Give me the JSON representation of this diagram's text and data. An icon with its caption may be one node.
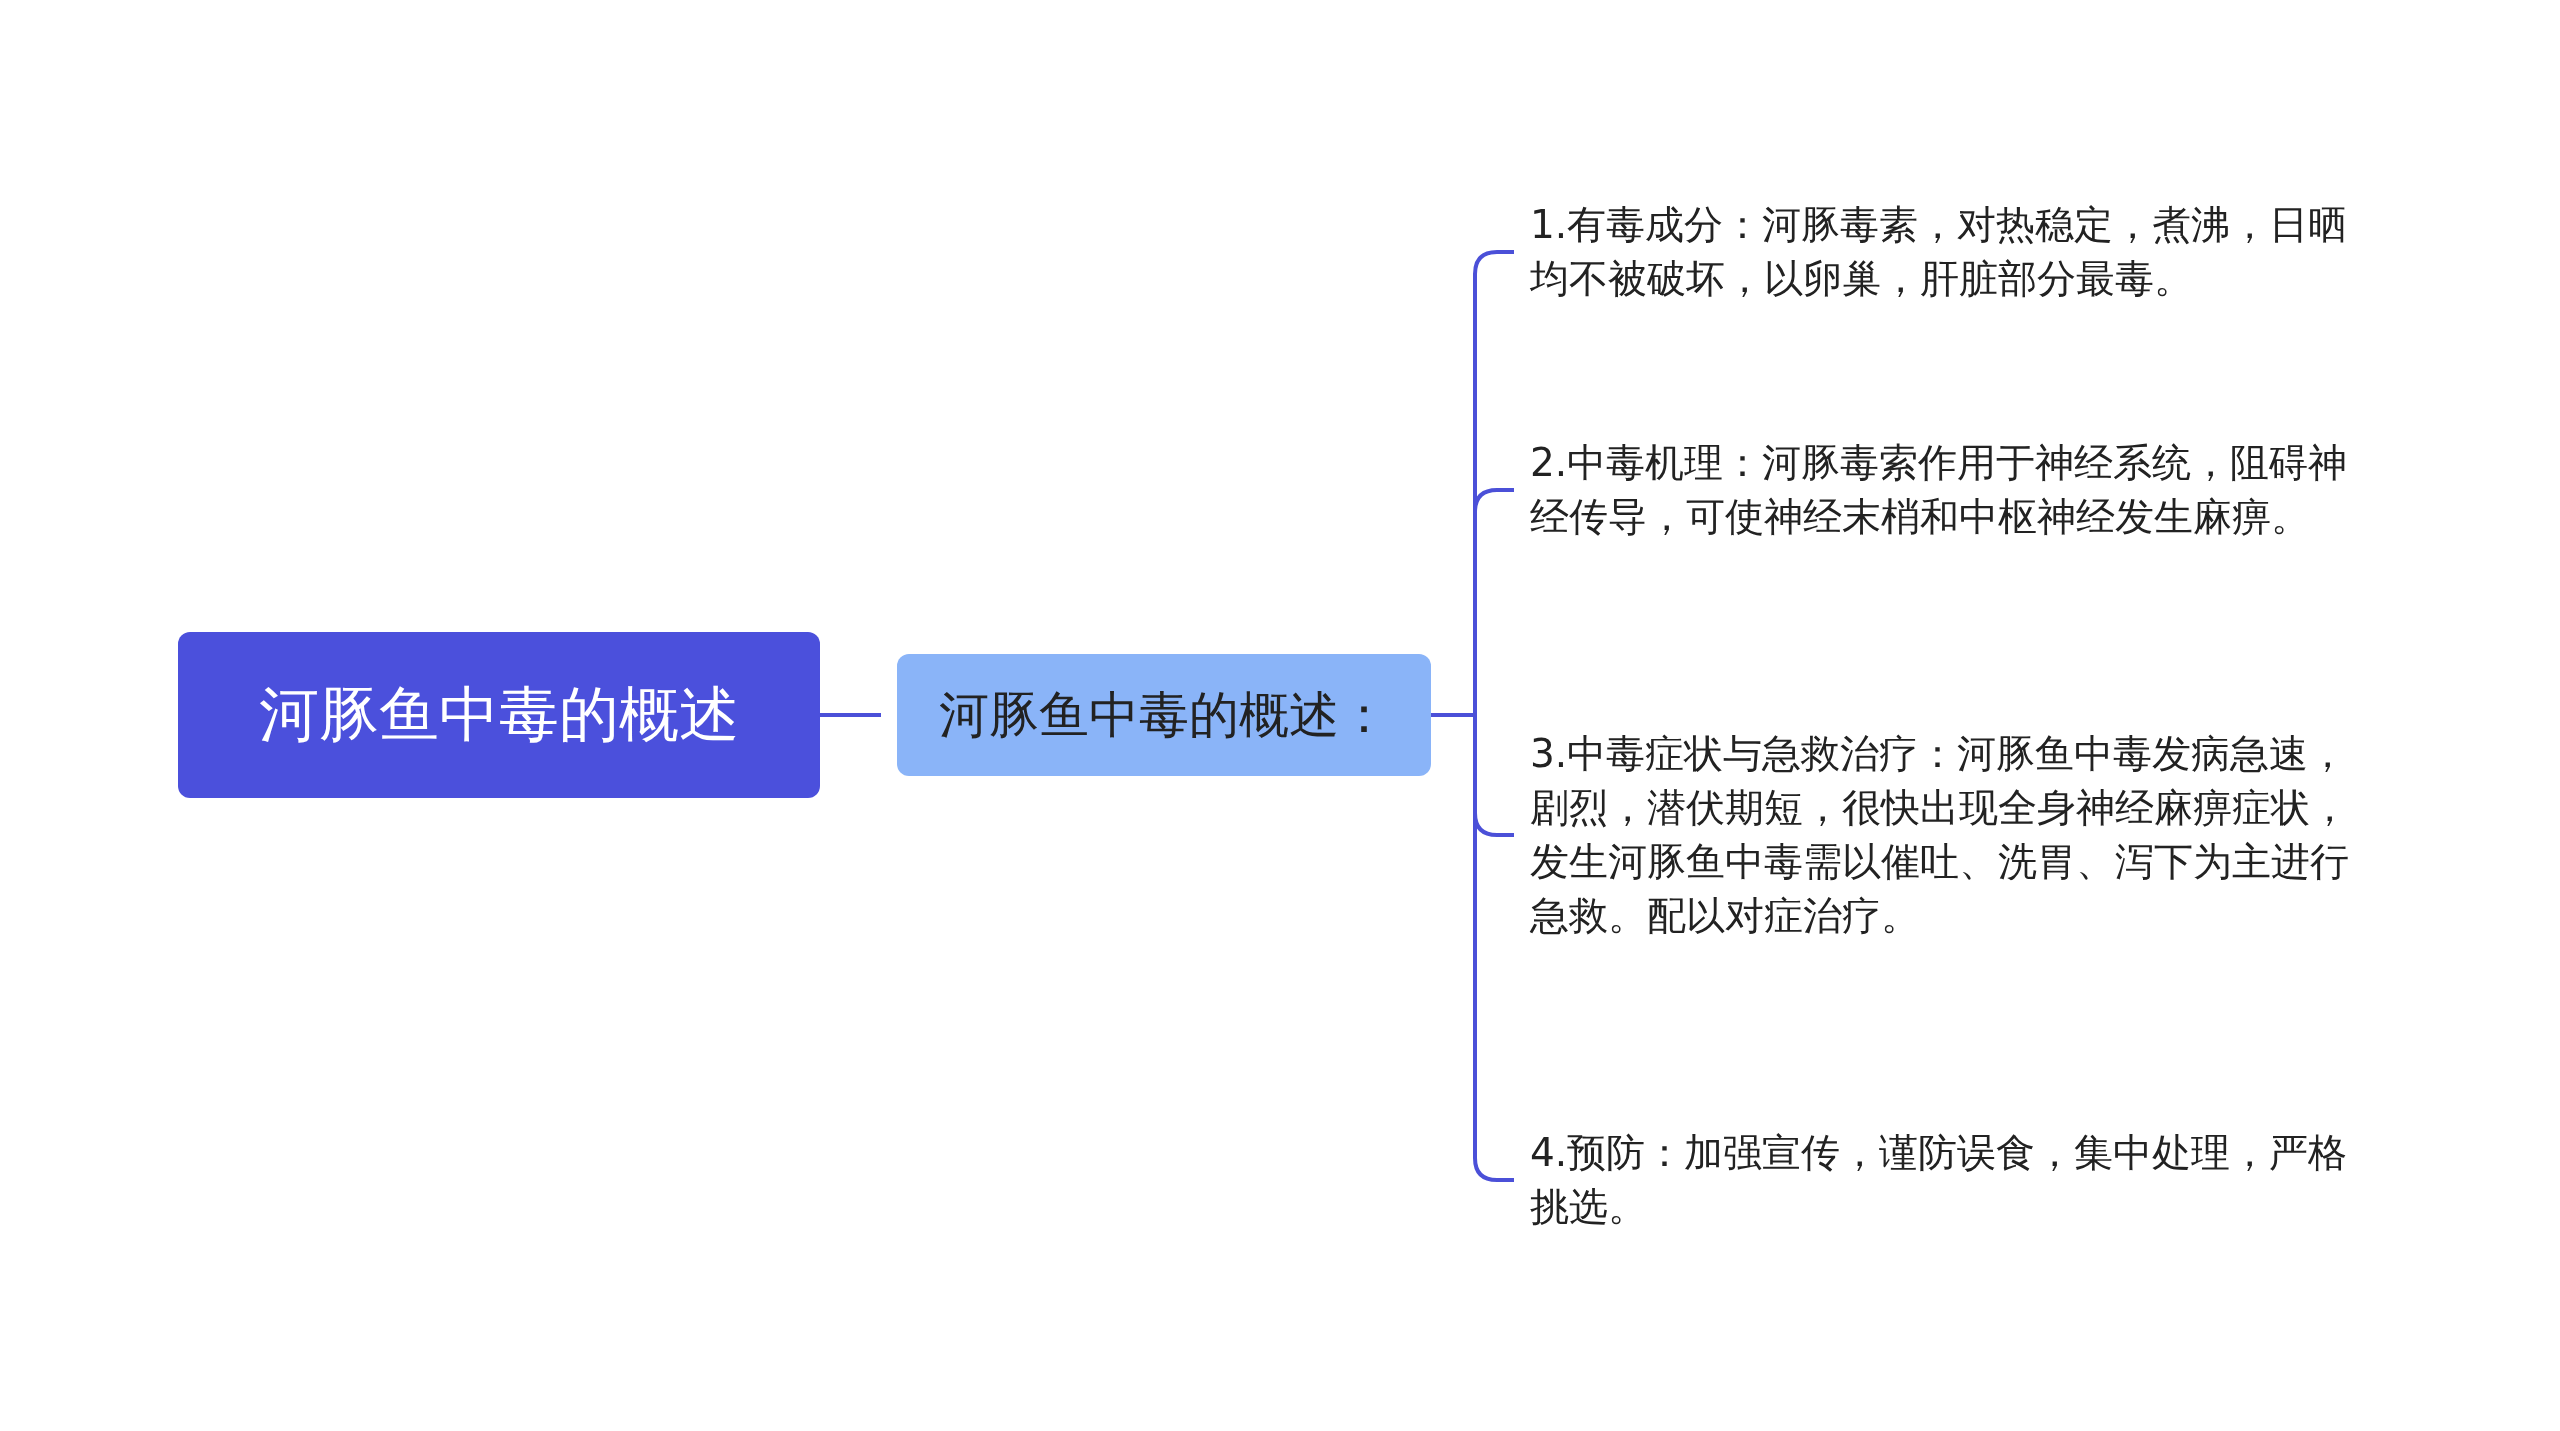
{
  "diagram": {
    "nodes": [
      {
        "text": [
          "河豚鱼中毒的概述"
        ]
      },
      {
        "text": [
          "河豚鱼中毒的概述："
        ]
      },
      {
        "text": [
          "1.有毒成分：河豚毒素，对热稳定，煮沸，日晒均不被破坏，以卵巢，肝脏部分最毒。"
        ]
      },
      {
        "text": [
          "2.中毒机理：河豚毒索作用于神经系统，阻碍神经传导，可使神经末梢和中枢神经发生麻痹。"
        ]
      },
      {
        "text": [
          "3.中毒症状与急救治疗：河豚鱼中毒发病急速，剧烈，潜伏期短，很快出现全身神经麻痹症状，发生河豚鱼中毒需以催吐、洗胃、泻下为主进行急救。配以对症治疗。"
        ]
      },
      {
        "text": [
          "4.预防：加强宣传，谨防误食，集中处理，严格挑选。"
        ]
      }
    ],
    "edges": [
      {
        "from": 0,
        "to": 1,
        "arrow": "none"
      },
      {
        "from": 1,
        "to": 2,
        "arrow": "none"
      },
      {
        "from": 1,
        "to": 3,
        "arrow": "none"
      },
      {
        "from": 1,
        "to": 4,
        "arrow": "none"
      },
      {
        "from": 1,
        "to": 5,
        "arrow": "none"
      }
    ]
  }
}
